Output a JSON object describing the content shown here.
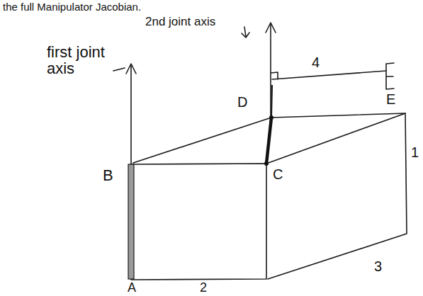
{
  "diagram": {
    "labels": [
      "the full Manipulator Jacobian.",
      "2nd joint axis",
      "4",
      "E",
      "first joint axis",
      "D",
      "1",
      "B",
      "C",
      "3",
      "A",
      "2"
    ]
  }
}
